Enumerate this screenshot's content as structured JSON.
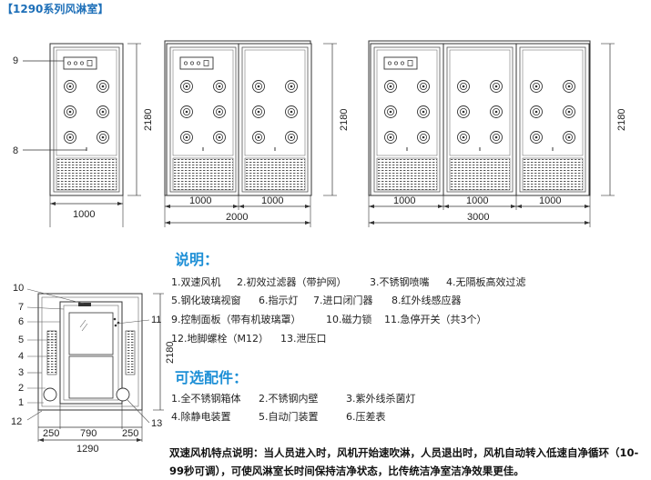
{
  "title": "【1290系列风淋室】",
  "top_diagrams": {
    "label_9": "9",
    "label_8": "8",
    "h_single": "2180",
    "h_double": "2180",
    "h_triple": "2180",
    "w_single": "1000",
    "w_double_a": "1000",
    "w_double_b": "1000",
    "w_double_total": "2000",
    "w_triple_a": "1000",
    "w_triple_b": "1000",
    "w_triple_c": "1000",
    "w_triple_total": "3000"
  },
  "plan": {
    "callouts": [
      "10",
      "7",
      "6",
      "5",
      "4",
      "3",
      "2",
      "1",
      "12",
      "11",
      "13"
    ],
    "dims": [
      "250",
      "790",
      "250"
    ],
    "total_width": "1290",
    "height": "2180"
  },
  "explain": {
    "heading": "说明：",
    "lines": [
      [
        "1.双速风机",
        "2.初效过滤器（带护网）",
        "3.不锈钢喷嘴",
        "4.无隔板高效过滤"
      ],
      [
        "5.钢化玻璃视窗",
        "6.指示灯",
        "7.进口闭门器",
        "8.红外线感应器"
      ],
      [
        "9.控制面板（带有机玻璃罩）",
        "10.磁力锁",
        "11.急停开关（共3个）"
      ],
      [
        "12.地脚螺栓（M12）",
        "13.泄压口"
      ]
    ]
  },
  "options": {
    "heading": "可选配件：",
    "lines": [
      [
        "1.全不锈钢箱体",
        "2.不锈钢内壁",
        "3.紫外线杀菌灯"
      ],
      [
        "4.除静电装置",
        "5.自动门装置",
        "6.压差表"
      ]
    ]
  },
  "feature": {
    "text": "双速风机特点说明：当人员进入时，风机开始速吹淋，人员退出时，风机自动转入低速自净循环（10-99秒可调），可使风淋室长时间保持洁净状态，比传统洁净室洁净效果更佳。"
  }
}
